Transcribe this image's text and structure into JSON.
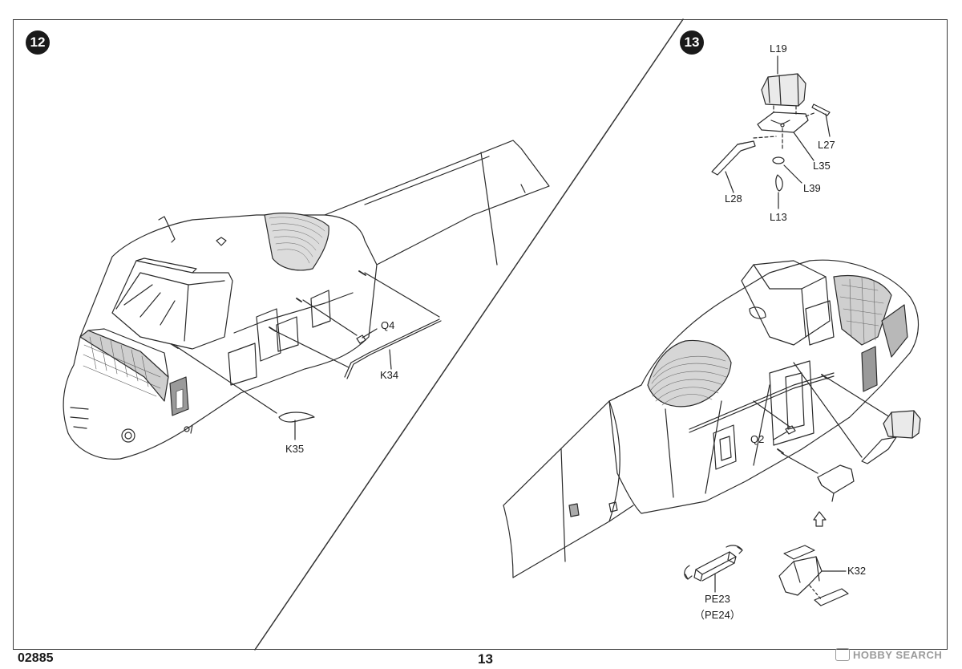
{
  "steps": {
    "left": {
      "number": "12"
    },
    "right": {
      "number": "13"
    }
  },
  "labels": {
    "q4": "Q4",
    "k34": "K34",
    "k35": "K35",
    "l19": "L19",
    "l27": "L27",
    "l35": "L35",
    "l28": "L28",
    "l39": "L39",
    "l13": "L13",
    "q2": "Q2",
    "k32": "K32",
    "pe23": "PE23",
    "pe24": "（PE24）"
  },
  "footer": {
    "code": "02885",
    "page": "13",
    "watermark": "HOBBY SEARCH"
  }
}
